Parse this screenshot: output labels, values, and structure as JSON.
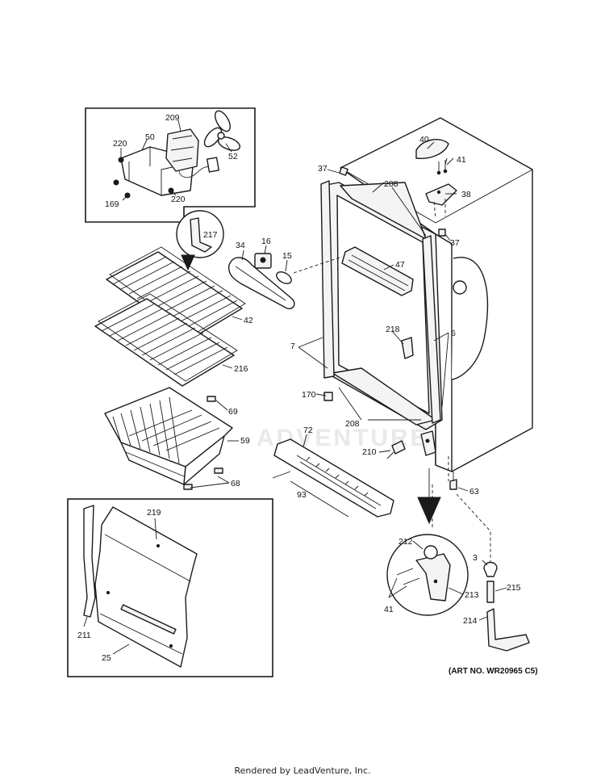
{
  "diagram": {
    "art_number": "(ART NO. WR20965 C5)",
    "watermark": "ADVENTURE",
    "callouts": {
      "c220a": "220",
      "c50": "50",
      "c209": "209",
      "c52": "52",
      "c169": "169",
      "c220b": "220",
      "c217": "217",
      "c34": "34",
      "c16": "16",
      "c15": "15",
      "c42": "42",
      "c216": "216",
      "c69": "69",
      "c59": "59",
      "c68": "68",
      "c219": "219",
      "c211": "211",
      "c25": "25",
      "c37a": "37",
      "c208a": "208",
      "c40": "40",
      "c41a": "41",
      "c38": "38",
      "c37b": "37",
      "c47": "47",
      "c218": "218",
      "c7": "7",
      "c6": "6",
      "c170": "170",
      "c208b": "208",
      "c72": "72",
      "c210": "210",
      "c93": "93",
      "c63": "63",
      "c212": "212",
      "c3": "3",
      "c215": "215",
      "c41b": "41",
      "c213": "213",
      "c214": "214"
    }
  },
  "footer": {
    "text": "Rendered by LeadVenture, Inc."
  }
}
